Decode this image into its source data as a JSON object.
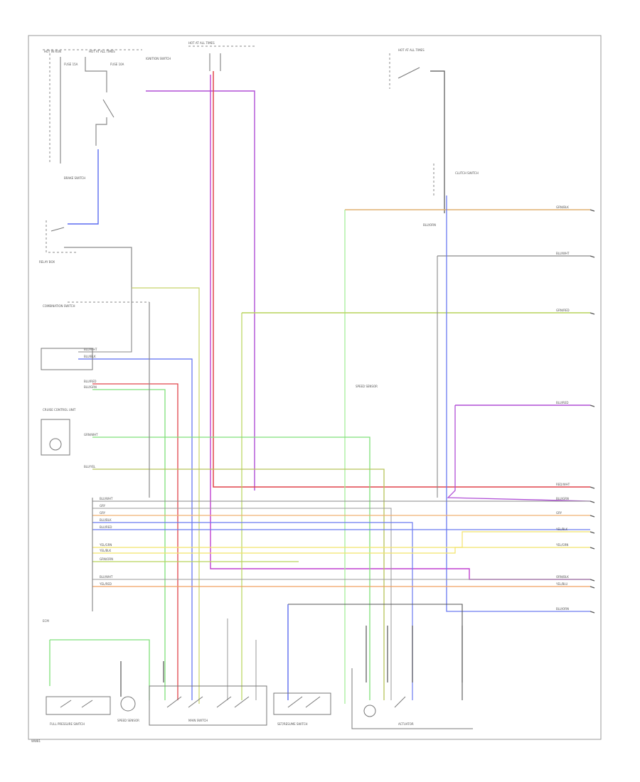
{
  "diagram": {
    "footer_code": "WW81",
    "top_labels": {
      "hot_in_run": "HOT IN RUN",
      "hot_at_all_times": "HOT AT ALL TIMES",
      "hot_at_all_times_2": "HOT AT ALL TIMES",
      "ignition_switch": "IGNITION SWITCH",
      "fuse_15a": "FUSE 15A",
      "fuse_10a": "FUSE 10A"
    },
    "components": {
      "brake_switch": "BRAKE SWITCH",
      "relay_box": "RELAY BOX",
      "cruise_control_unit": "CRUISE CONTROL UNIT",
      "combination_switch": "COMBINATION SWITCH",
      "main_switch": "MAIN SWITCH",
      "actuator": "ACTUATOR",
      "clutch_switch": "CLUTCH SWITCH",
      "speed_sensor": "SPEED SENSOR",
      "ecm": "ECM",
      "full_pressure_switch": "FULL PRESSURE SWITCH",
      "set_resume_switch": "SET/RESUME SWITCH"
    },
    "right_wire_labels": [
      "GRN/BLK",
      "BLU/WHT",
      "GRN/RED",
      "BLU/RED",
      "RED/WHT",
      "BLU/GRN",
      "GRY",
      "YEL/BLK",
      "YEL/GRN",
      "ORN/BLK",
      "YEL/BLU",
      "BLU/ORN"
    ],
    "left_wire_labels": [
      "BLU/WHT",
      "BLU/BLK",
      "BLU/RED",
      "BLU/GRN",
      "GRN/WHT",
      "BLU/YEL",
      "BLU/WHT",
      "GRY",
      "GRY",
      "BLU/BLK",
      "BLU/RED",
      "YEL/GRN",
      "YEL/BLK",
      "GRN/ORN",
      "BLU/WHT",
      "YEL/RED"
    ],
    "wire_colors": {
      "blue": "#5b6cf0",
      "violet": "#b04fd6",
      "red": "#e0444a",
      "pink": "#f06a8a",
      "orange": "#f0b070",
      "yellow": "#f2e36a",
      "olive": "#b7d45a",
      "green": "#7fe07a",
      "light_green": "#a6ee9a",
      "gray": "#8a8a8a",
      "black": "#555555"
    }
  }
}
